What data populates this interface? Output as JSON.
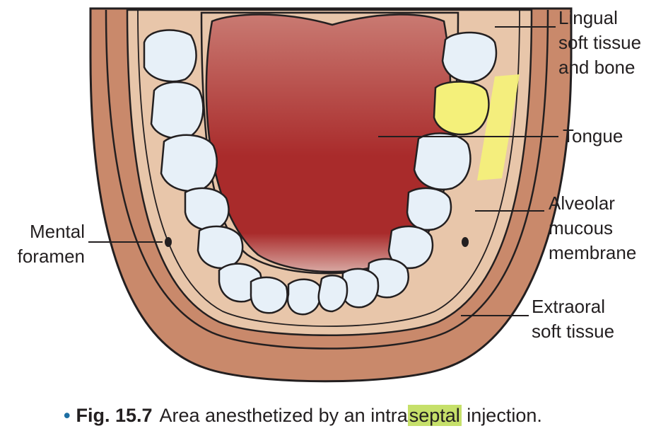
{
  "labels": {
    "lingual": "Lingual\nsoft tissue\nand bone",
    "tongue": "Tongue",
    "alveolar": "Alveolar\nmucous\nmembrane",
    "mental": "Mental\nforamen",
    "extraoral": "Extraoral\nsoft tissue"
  },
  "caption": {
    "bullet": "•",
    "figure_number": "Fig. 15.7",
    "text_before": "Area anesthetized by an intra",
    "highlighted": "septal",
    "text_after": " injection."
  },
  "colors": {
    "outer_tissue": "#c9896b",
    "gum": "#e8c6aa",
    "tongue_top": "#c97a72",
    "tongue_bottom": "#a92b2b",
    "tooth": "#e7f0f8",
    "anesthetized_area": "#f4f07a",
    "caption_highlight": "#c6e06a"
  }
}
